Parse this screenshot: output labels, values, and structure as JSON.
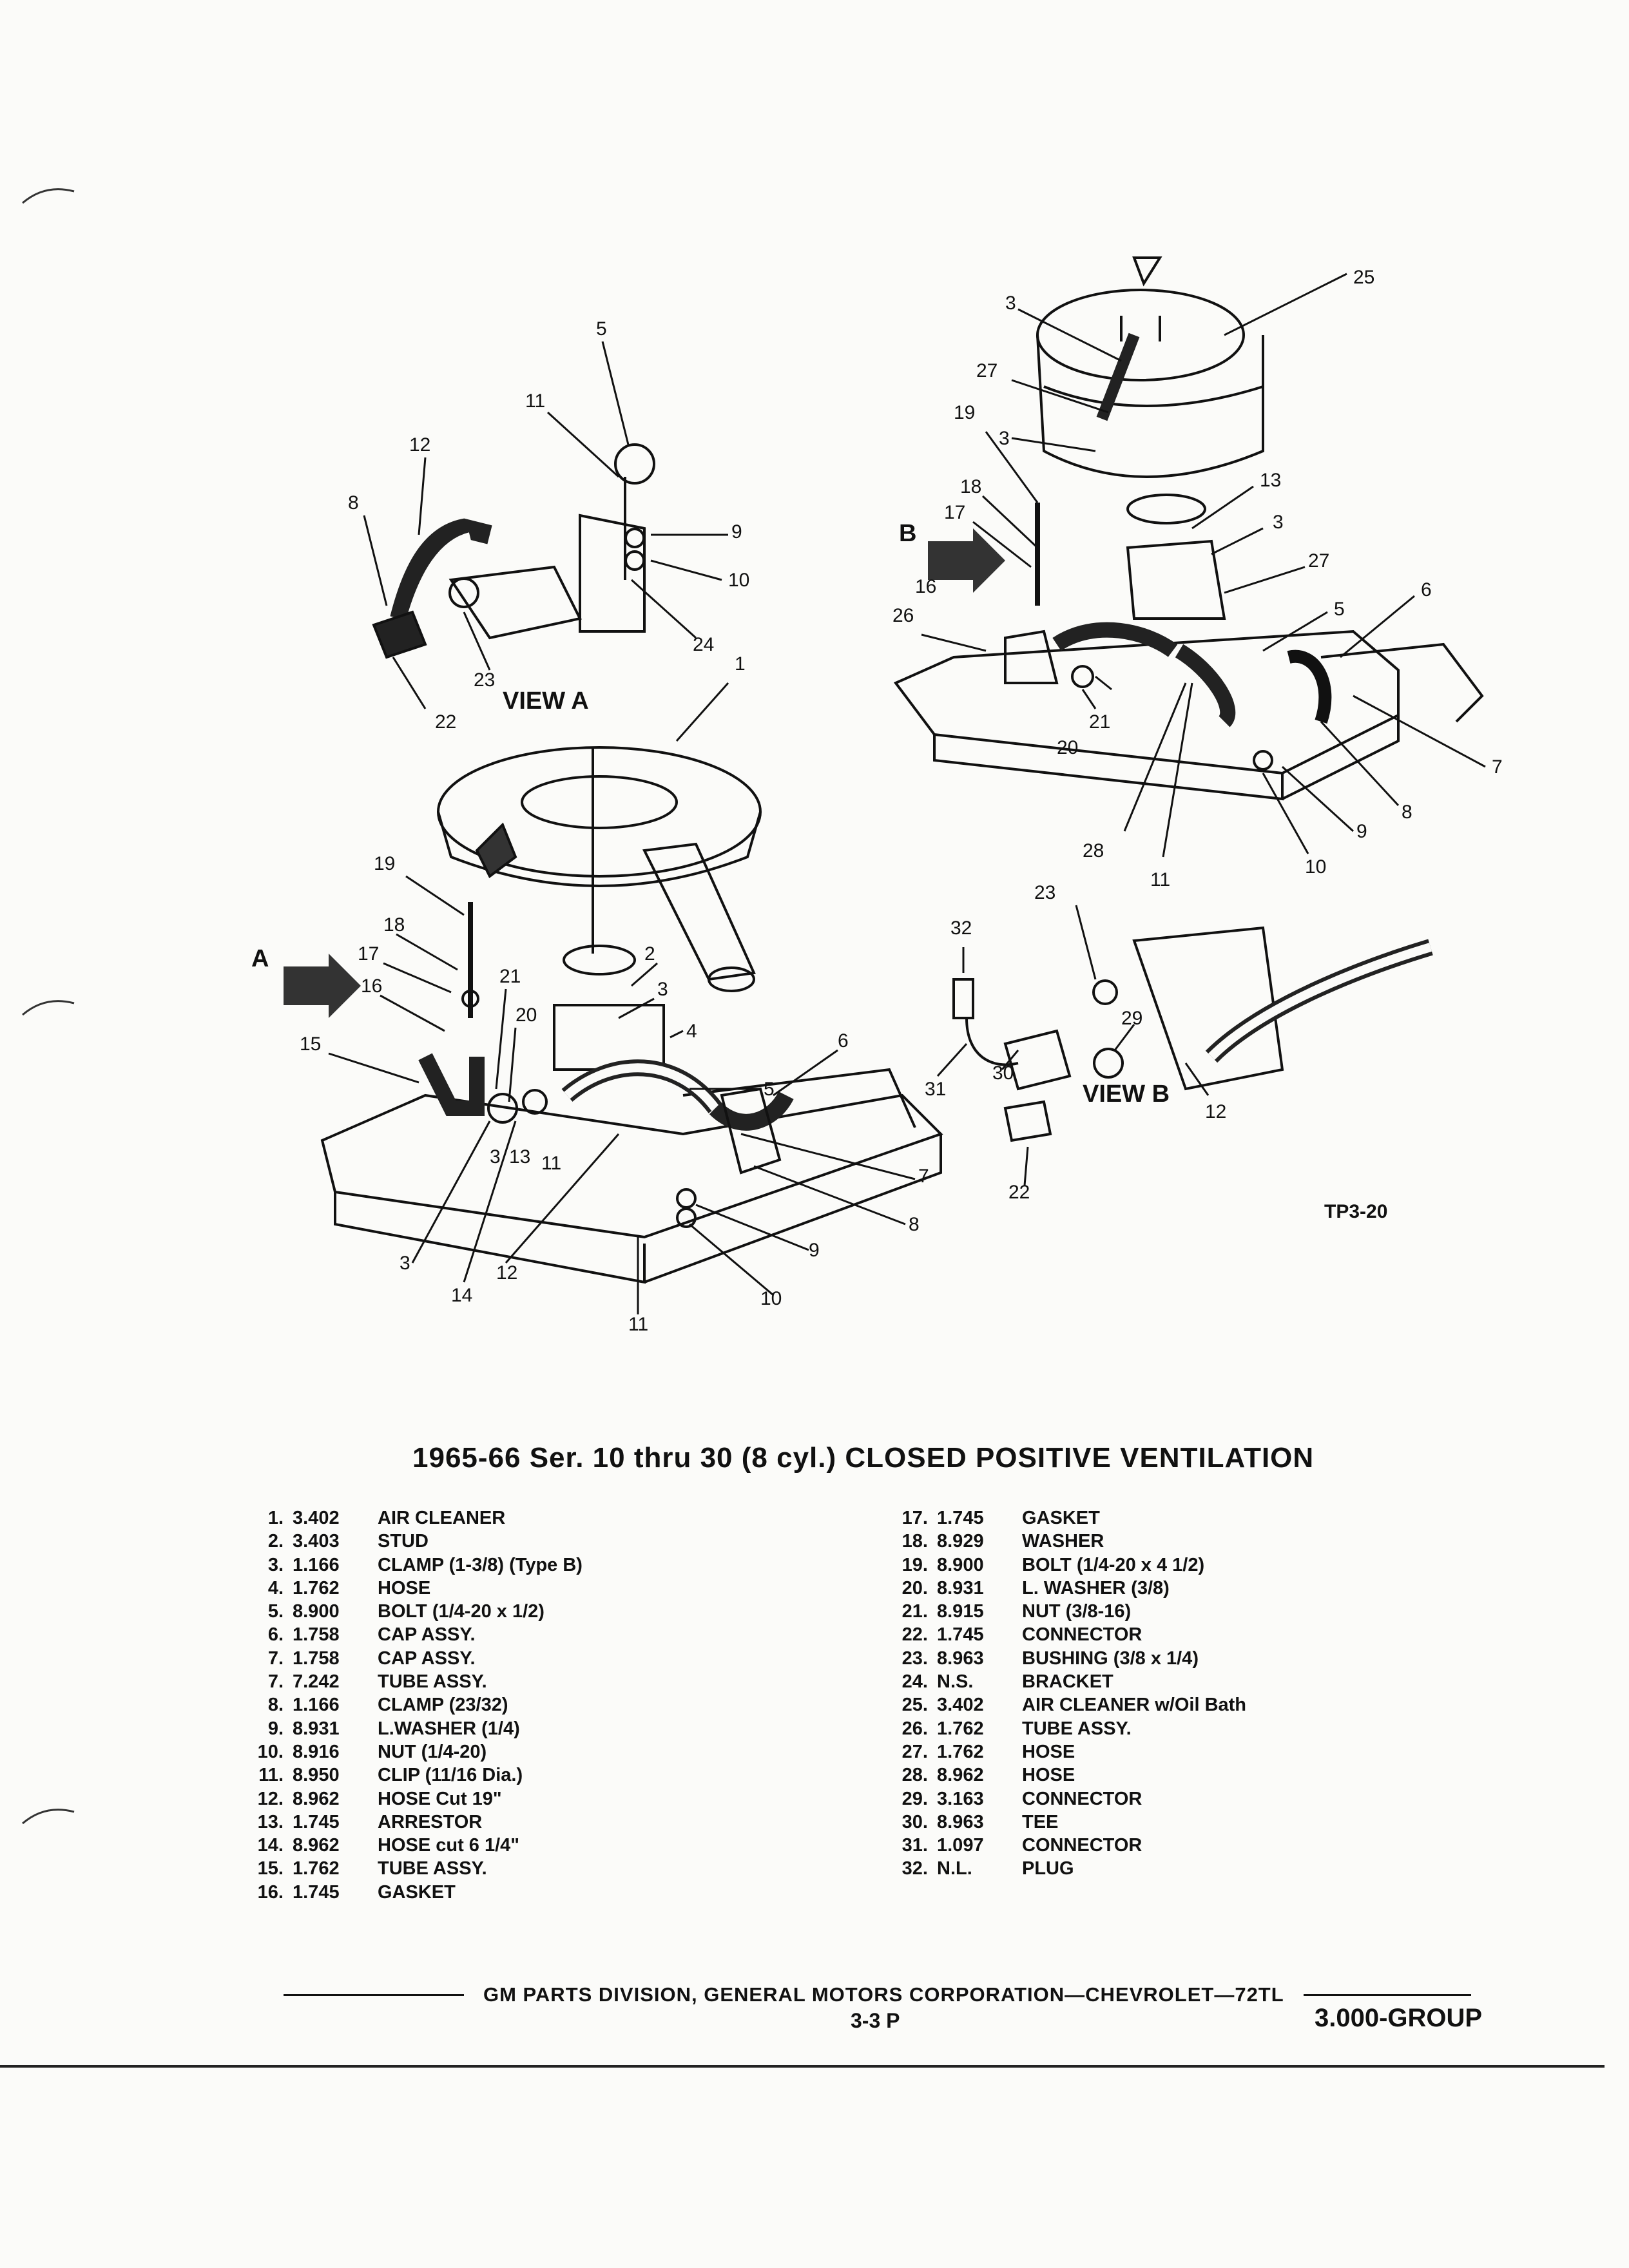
{
  "title": "1965-66 Ser. 10 thru 30 (8 cyl.) CLOSED POSITIVE VENTILATION",
  "illustration": {
    "view_a_label": "VIEW A",
    "view_b_label": "VIEW B",
    "arrow_a": "A",
    "arrow_b": "B",
    "figure_ref": "TP3-20"
  },
  "parts_left": [
    {
      "num": "1.",
      "code": "3.402",
      "desc": "AIR CLEANER"
    },
    {
      "num": "2.",
      "code": "3.403",
      "desc": "STUD"
    },
    {
      "num": "3.",
      "code": "1.166",
      "desc": "CLAMP (1-3/8) (Type B)"
    },
    {
      "num": "4.",
      "code": "1.762",
      "desc": "HOSE"
    },
    {
      "num": "5.",
      "code": "8.900",
      "desc": "BOLT (1/4-20 x 1/2)"
    },
    {
      "num": "6.",
      "code": "1.758",
      "desc": "CAP ASSY."
    },
    {
      "num": "7.",
      "code": "1.758",
      "desc": "CAP ASSY."
    },
    {
      "num": "7.",
      "code": "7.242",
      "desc": "TUBE ASSY."
    },
    {
      "num": "8.",
      "code": "1.166",
      "desc": "CLAMP (23/32)"
    },
    {
      "num": "9.",
      "code": "8.931",
      "desc": "L.WASHER (1/4)"
    },
    {
      "num": "10.",
      "code": "8.916",
      "desc": "NUT (1/4-20)"
    },
    {
      "num": "11.",
      "code": "8.950",
      "desc": "CLIP (11/16 Dia.)"
    },
    {
      "num": "12.",
      "code": "8.962",
      "desc": "HOSE Cut 19\""
    },
    {
      "num": "13.",
      "code": "1.745",
      "desc": "ARRESTOR"
    },
    {
      "num": "14.",
      "code": "8.962",
      "desc": "HOSE cut 6 1/4\""
    },
    {
      "num": "15.",
      "code": "1.762",
      "desc": "TUBE ASSY."
    },
    {
      "num": "16.",
      "code": "1.745",
      "desc": "GASKET"
    }
  ],
  "parts_right": [
    {
      "num": "17.",
      "code": "1.745",
      "desc": "GASKET"
    },
    {
      "num": "18.",
      "code": "8.929",
      "desc": "WASHER"
    },
    {
      "num": "19.",
      "code": "8.900",
      "desc": "BOLT (1/4-20 x 4 1/2)"
    },
    {
      "num": "20.",
      "code": "8.931",
      "desc": "L. WASHER (3/8)"
    },
    {
      "num": "21.",
      "code": "8.915",
      "desc": "NUT (3/8-16)"
    },
    {
      "num": "22.",
      "code": "1.745",
      "desc": "CONNECTOR"
    },
    {
      "num": "23.",
      "code": "8.963",
      "desc": "BUSHING (3/8 x 1/4)"
    },
    {
      "num": "24.",
      "code": "N.S.",
      "desc": "BRACKET"
    },
    {
      "num": "25.",
      "code": "3.402",
      "desc": "AIR CLEANER w/Oil Bath"
    },
    {
      "num": "26.",
      "code": "1.762",
      "desc": "TUBE ASSY."
    },
    {
      "num": "27.",
      "code": "1.762",
      "desc": "HOSE"
    },
    {
      "num": "28.",
      "code": "8.962",
      "desc": "HOSE"
    },
    {
      "num": "29.",
      "code": "3.163",
      "desc": "CONNECTOR"
    },
    {
      "num": "30.",
      "code": "8.963",
      "desc": "TEE"
    },
    {
      "num": "31.",
      "code": "1.097",
      "desc": "CONNECTOR"
    },
    {
      "num": "32.",
      "code": "N.L.",
      "desc": "PLUG"
    }
  ],
  "footer": {
    "division": "GM PARTS DIVISION, GENERAL MOTORS CORPORATION—CHEVROLET—72TL",
    "page": "3-3 P",
    "group": "3.000-GROUP"
  }
}
